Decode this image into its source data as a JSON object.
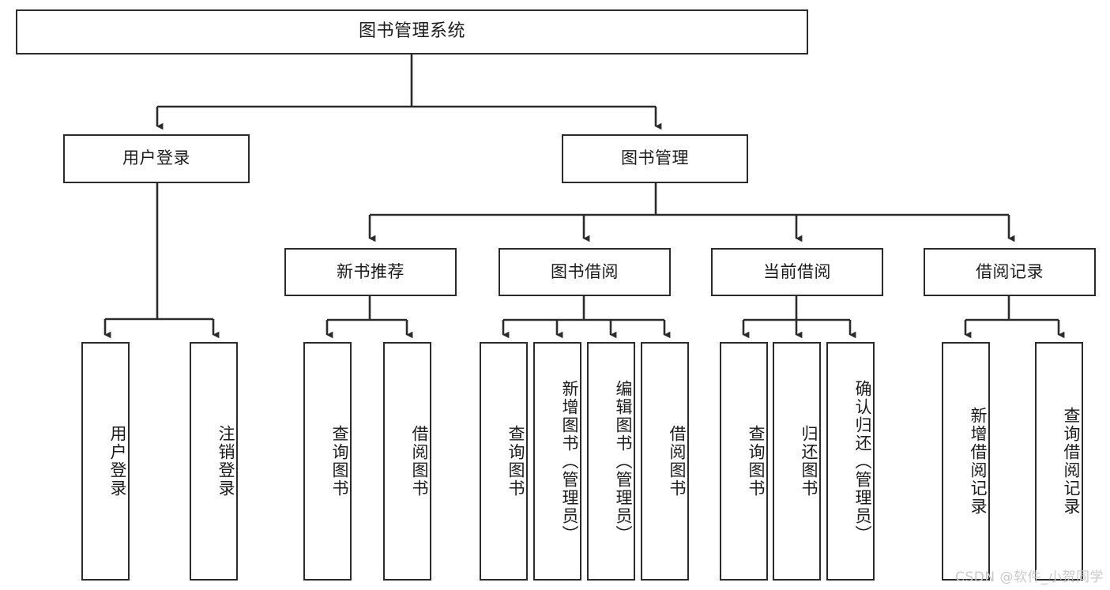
{
  "diagram": {
    "title": "图书管理系统",
    "type": "tree-hierarchy",
    "orientation": "top-down",
    "colors": {
      "stroke": "#2b2b2b",
      "fill": "#ffffff",
      "text": "#1b1b1b",
      "watermark": "#c9c9c9"
    },
    "root": {
      "id": "root",
      "label": "图书管理系统"
    },
    "level2": [
      {
        "id": "user-login",
        "label": "用户登录"
      },
      {
        "id": "book-manage",
        "label": "图书管理"
      }
    ],
    "level3": [
      {
        "id": "new-book-rec",
        "label": "新书推荐",
        "parent": "book-manage"
      },
      {
        "id": "book-borrow",
        "label": "图书借阅",
        "parent": "book-manage"
      },
      {
        "id": "current-borrow",
        "label": "当前借阅",
        "parent": "book-manage"
      },
      {
        "id": "borrow-record",
        "label": "借阅记录",
        "parent": "book-manage"
      }
    ],
    "leaves": {
      "user-login": [
        {
          "id": "leaf-user-login",
          "label": "用户登录"
        },
        {
          "id": "leaf-logout",
          "label": "注销登录"
        }
      ],
      "new-book-rec": [
        {
          "id": "leaf-query-book-1",
          "label": "查询图书"
        },
        {
          "id": "leaf-borrow-book-1",
          "label": "借阅图书"
        }
      ],
      "book-borrow": [
        {
          "id": "leaf-query-book-2",
          "label": "查询图书"
        },
        {
          "id": "leaf-add-book",
          "label": "新增图书（管理员）"
        },
        {
          "id": "leaf-edit-book",
          "label": "编辑图书（管理员）"
        },
        {
          "id": "leaf-borrow-book-2",
          "label": "借阅图书"
        }
      ],
      "current-borrow": [
        {
          "id": "leaf-query-book-3",
          "label": "查询图书"
        },
        {
          "id": "leaf-return-book",
          "label": "归还图书"
        },
        {
          "id": "leaf-confirm-return",
          "label": "确认归还（管理员）"
        }
      ],
      "borrow-record": [
        {
          "id": "leaf-add-record",
          "label": "新增借阅记录"
        },
        {
          "id": "leaf-query-record",
          "label": "查询借阅记录"
        }
      ]
    }
  },
  "watermark": {
    "text": "CSDN @软件_小贺同学"
  }
}
